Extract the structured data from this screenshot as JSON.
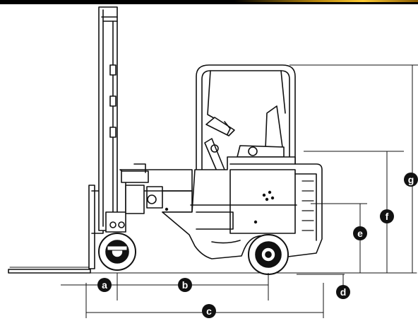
{
  "labels": {
    "a": "a",
    "b": "b",
    "c": "c",
    "d": "d",
    "e": "e",
    "f": "f",
    "g": "g"
  },
  "colors": {
    "line": "#111111",
    "badge": "#111111",
    "badge_text": "#ffffff",
    "accent_gold": "#d4a017"
  }
}
